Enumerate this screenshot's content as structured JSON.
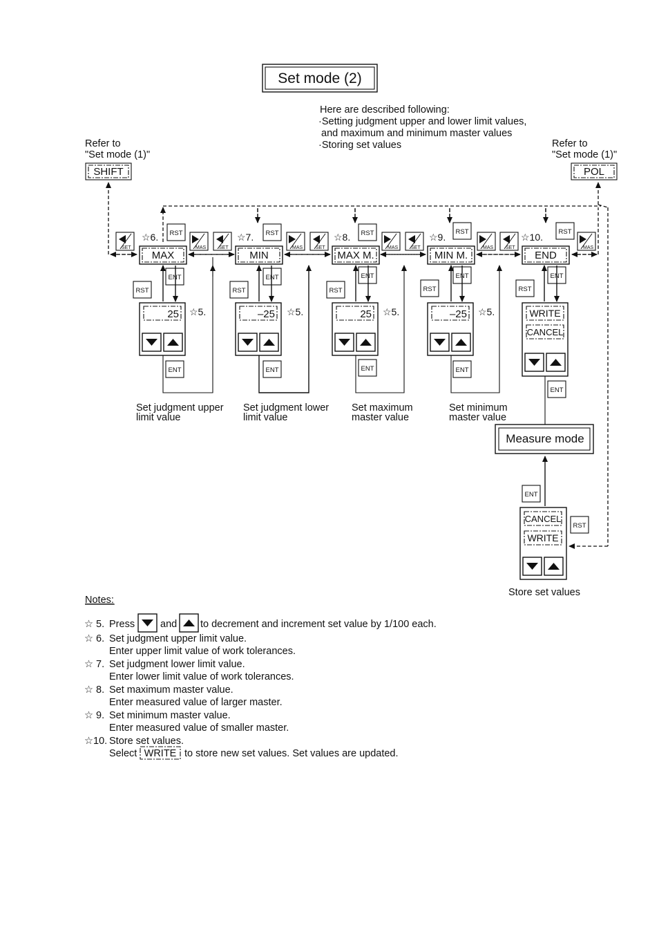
{
  "title": "Set mode (2)",
  "description": {
    "heading": "Here are described following:",
    "items": [
      "·Setting judgment upper and lower limit values,",
      " and maximum and minimum master values",
      "·Storing set values"
    ]
  },
  "refs": {
    "left": {
      "line1": "Refer to",
      "line2": "\"Set mode (1)\"",
      "box": "SHIFT"
    },
    "right": {
      "line1": "Refer to",
      "line2": "\"Set mode (1)\"",
      "box": "POL"
    }
  },
  "modes": [
    {
      "id": "max",
      "label": "MAX",
      "star": "☆6.",
      "value": "25",
      "star_display": "☆5.",
      "caption1": "Set judgment upper",
      "caption2": "limit value"
    },
    {
      "id": "min",
      "label": "MIN",
      "star": "☆7.",
      "value": "–25",
      "star_display": "☆5.",
      "caption1": "Set judgment lower",
      "caption2": "limit value"
    },
    {
      "id": "maxm",
      "label": "MAX M.",
      "star": "☆8.",
      "value": "25",
      "star_display": "☆5.",
      "caption1": "Set maximum",
      "caption2": "master value"
    },
    {
      "id": "minm",
      "label": "MIN M.",
      "star": "☆9.",
      "value": "–25",
      "star_display": "☆5.",
      "caption1": "Set minimum",
      "caption2": "master value"
    }
  ],
  "end": {
    "label": "END",
    "star": "☆10.",
    "options": [
      "WRITE",
      "CANCEL"
    ]
  },
  "keys": {
    "rst": "RST",
    "ent": "ENT",
    "set": "SET",
    "mas": "MAS"
  },
  "measure_mode": "Measure mode",
  "store": {
    "options": [
      "CANCEL",
      "WRITE"
    ],
    "caption": "Store set values"
  },
  "notes": {
    "heading": "Notes:",
    "n5": {
      "star": "☆ 5.",
      "press": "Press",
      "and": "and",
      "rest": "to decrement and increment set value by 1/100 each."
    },
    "n6": {
      "star": "☆ 6.",
      "line1": "Set judgment upper limit value.",
      "line2": "Enter upper limit value of work tolerances."
    },
    "n7": {
      "star": "☆ 7.",
      "line1": "Set judgment lower limit value.",
      "line2": "Enter lower limit value of work tolerances."
    },
    "n8": {
      "star": "☆ 8.",
      "line1": "Set maximum master value.",
      "line2": "Enter measured value of larger master."
    },
    "n9": {
      "star": "☆ 9.",
      "line1": "Set minimum master value.",
      "line2": "Enter measured value of smaller master."
    },
    "n10": {
      "star": "☆10.",
      "line1": "Store set values.",
      "select": "Select",
      "write": "WRITE",
      "rest": "to store new set values.  Set values are updated."
    }
  }
}
